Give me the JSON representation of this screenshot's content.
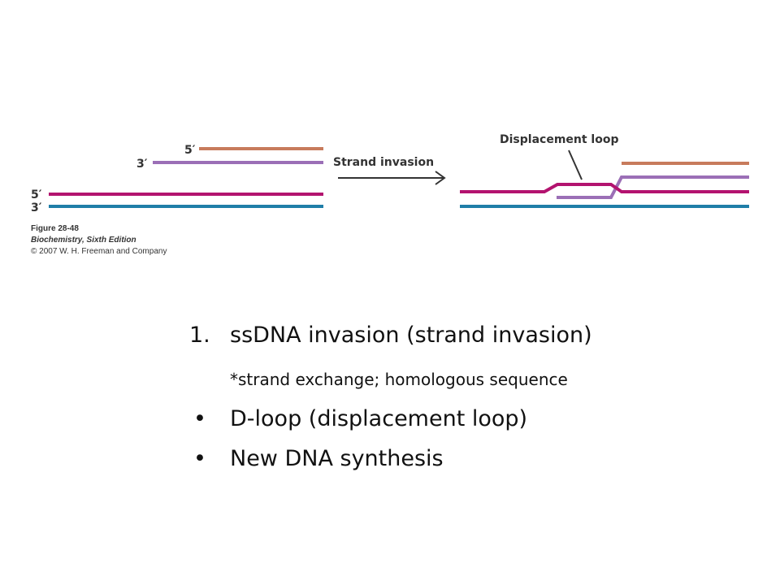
{
  "figure": {
    "left_panel": {
      "label_top_5prime": "5′",
      "label_top_3prime": "3′",
      "label_duplex_5prime": "5′",
      "label_duplex_3prime": "3′"
    },
    "arrow_label": "Strand invasion",
    "right_panel": {
      "dloop_label": "Displacement loop"
    },
    "caption": {
      "figure_number": "Figure 28-48",
      "book": "Biochemistry, Sixth Edition",
      "copyright": "© 2007 W. H. Freeman and Company"
    },
    "colors": {
      "orange_strand": "#c77b5c",
      "purple_strand": "#9b6fb6",
      "magenta_strand": "#b3136f",
      "blue_strand": "#1f7ea8"
    }
  },
  "points": {
    "item1_marker": "1.",
    "item1_text": "ssDNA invasion (strand invasion)",
    "item1_sub": "*strand exchange; homologous sequence",
    "item2_marker": "•",
    "item2_text": "D-loop (displacement loop)",
    "item3_marker": "•",
    "item3_text": "New DNA synthesis"
  }
}
